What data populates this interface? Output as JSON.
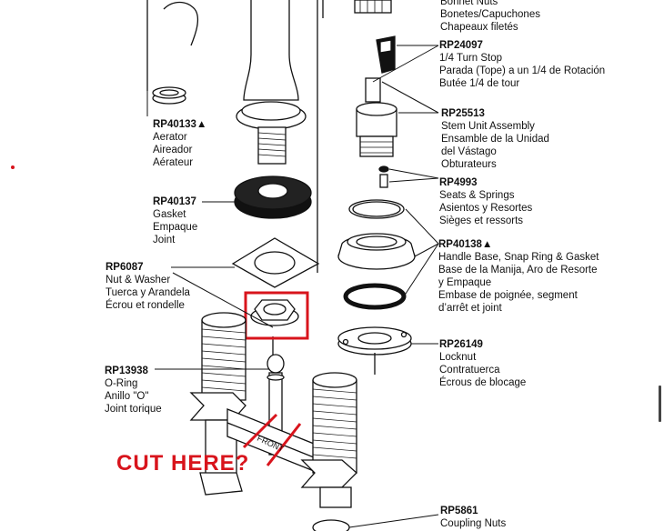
{
  "parts": [
    {
      "id": "top",
      "lines": [
        "Bonnet Nuts",
        "Bonetes/Capuchones",
        "Chapeaux filetés"
      ]
    },
    {
      "id": "rp24097",
      "number": "RP24097",
      "lines": [
        "1/4 Turn Stop",
        "Parada (Tope) a un 1/4 de Rotación",
        "Butée 1/4 de tour"
      ]
    },
    {
      "id": "rp25513",
      "number": "RP25513",
      "lines": [
        "Stem Unit Assembly",
        "Ensamble de la Unidad",
        "del Vástago",
        "Obturateurs"
      ]
    },
    {
      "id": "rp4993",
      "number": "RP4993",
      "lines": [
        "Seats & Springs",
        "Asientos y Resortes",
        "Sièges et ressorts"
      ]
    },
    {
      "id": "rp40138",
      "number": "RP40138▲",
      "lines": [
        "Handle Base, Snap Ring & Gasket",
        "Base de la Manija, Aro de Resorte",
        "y Empaque",
        "Embase de poignée, segment",
        "d’arrêt et joint"
      ]
    },
    {
      "id": "rp26149",
      "number": "RP26149",
      "lines": [
        "Locknut",
        "Contratuerca",
        "Écrous de blocage"
      ]
    },
    {
      "id": "rp5861",
      "number": "RP5861",
      "lines": [
        "Coupling Nuts"
      ]
    },
    {
      "id": "rp40133",
      "number": "RP40133▲",
      "lines": [
        "Aerator",
        "Aireador",
        "Aérateur"
      ]
    },
    {
      "id": "rp40137",
      "number": "RP40137",
      "lines": [
        "Gasket",
        "Empaque",
        "Joint"
      ]
    },
    {
      "id": "rp6087",
      "number": "RP6087",
      "lines": [
        "Nut & Washer",
        "Tuerca y Arandela",
        "Écrou et rondelle"
      ]
    },
    {
      "id": "rp13938",
      "number": "RP13938",
      "lines": [
        "O-Ring",
        "Anillo \"O\"",
        "Joint torique"
      ]
    }
  ],
  "annotation": {
    "text": "CUT  HERE?",
    "color": "#d8141c"
  },
  "tube_marking": "FRONT"
}
